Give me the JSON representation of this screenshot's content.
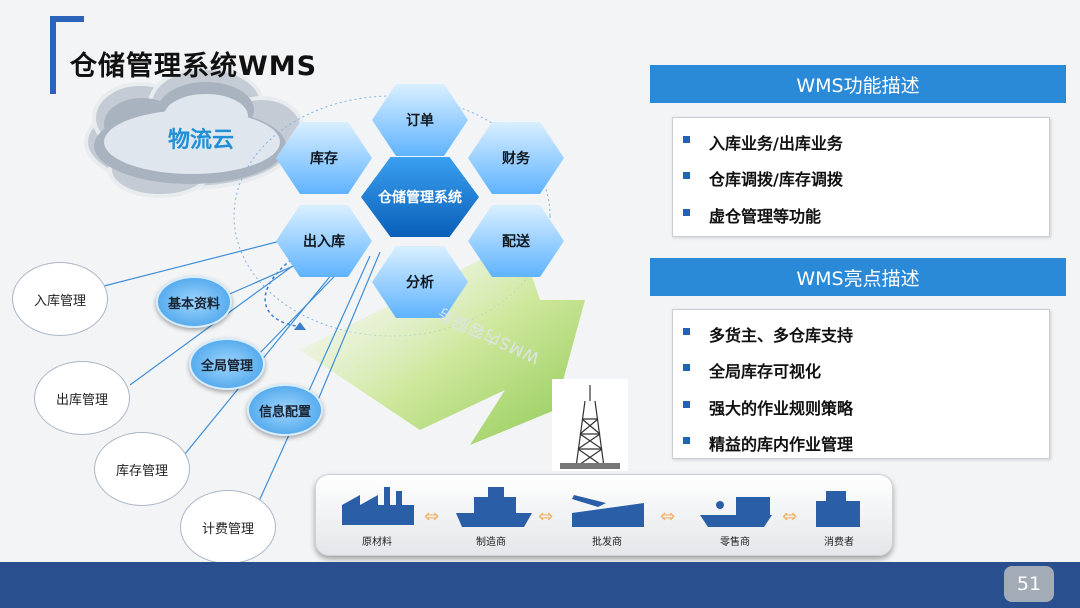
{
  "title": "仓储管理系统WMS",
  "cloud": {
    "label": "物流云"
  },
  "hexagons": {
    "center": "仓储管理系统",
    "top": "订单",
    "upper_left": "库存",
    "upper_right": "财务",
    "lower_left": "出入库",
    "lower_right": "配送",
    "bottom": "分析"
  },
  "outline_circles": [
    "入库管理",
    "出库管理",
    "库存管理",
    "计费管理"
  ],
  "blue_circles": [
    "基本资料",
    "全局管理",
    "信息配置"
  ],
  "watermark": "WMS内容服务",
  "panels": [
    {
      "header": "WMS功能描述",
      "items": [
        "入库业务/出库业务",
        "仓库调拨/库存调拨",
        "虚仓管理等功能"
      ]
    },
    {
      "header": "WMS亮点描述",
      "items": [
        "多货主、多仓库支持",
        "全局库存可视化",
        "强大的作业规则策略",
        "精益的库内作业管理"
      ]
    }
  ],
  "supply_chain": [
    "原材料",
    "制造商",
    "批发商",
    "零售商",
    "消费者"
  ],
  "page_number": "51",
  "colors": {
    "accent": "#2a8ad8",
    "footer": "#2a4f8f",
    "title_bracket": "#2b63b8"
  }
}
